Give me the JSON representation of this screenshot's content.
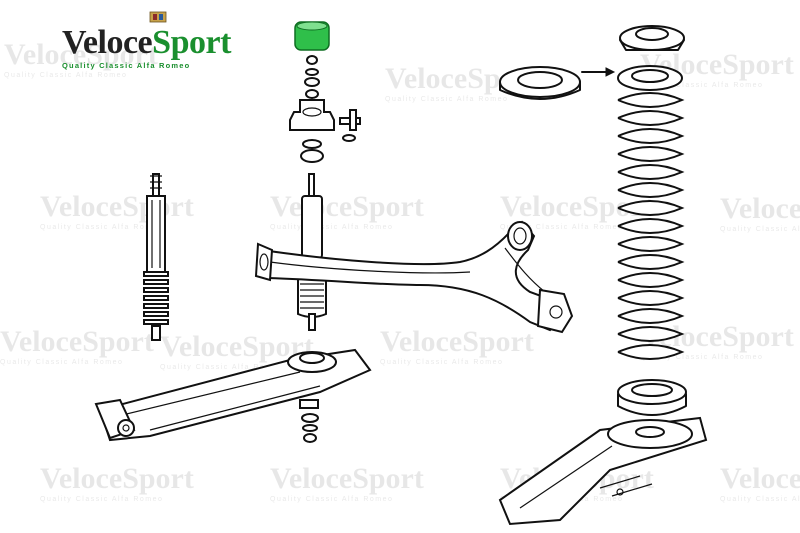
{
  "logo": {
    "brand_part1": "Veloce",
    "brand_part2": "Sport",
    "tagline": "Quality Classic Alfa Romeo"
  },
  "watermark": {
    "brand": "VeloceSport",
    "tagline": "Quality Classic Alfa Romeo"
  },
  "colors": {
    "brand_green": "#1a8f2e",
    "highlight_part": "#2fbf4a",
    "ink": "#111111"
  }
}
